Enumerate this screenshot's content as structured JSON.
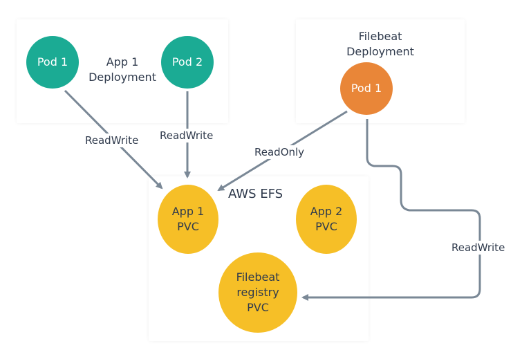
{
  "groups": {
    "app1": {
      "label": "App 1\nDeployment"
    },
    "filebeat": {
      "label": "Filebeat\nDeployment"
    },
    "efs": {
      "label": "AWS EFS"
    }
  },
  "nodes": {
    "app1_pod1": "Pod 1",
    "app1_pod2": "Pod 2",
    "filebeat_pod1": "Pod 1",
    "app1_pvc": "App 1\nPVC",
    "app2_pvc": "App 2\nPVC",
    "filebeat_pvc": "Filebeat\nregistry\nPVC"
  },
  "edges": {
    "pod1_to_app1pvc": "ReadWrite",
    "pod2_to_app1pvc": "ReadWrite",
    "filebeat_to_app1pvc": "ReadOnly",
    "filebeat_to_registry": "ReadWrite"
  },
  "colors": {
    "teal": "#1bab94",
    "orange": "#e98638",
    "yellow": "#f6bf27",
    "edge": "#7a8896",
    "text": "#2f3a4c"
  }
}
